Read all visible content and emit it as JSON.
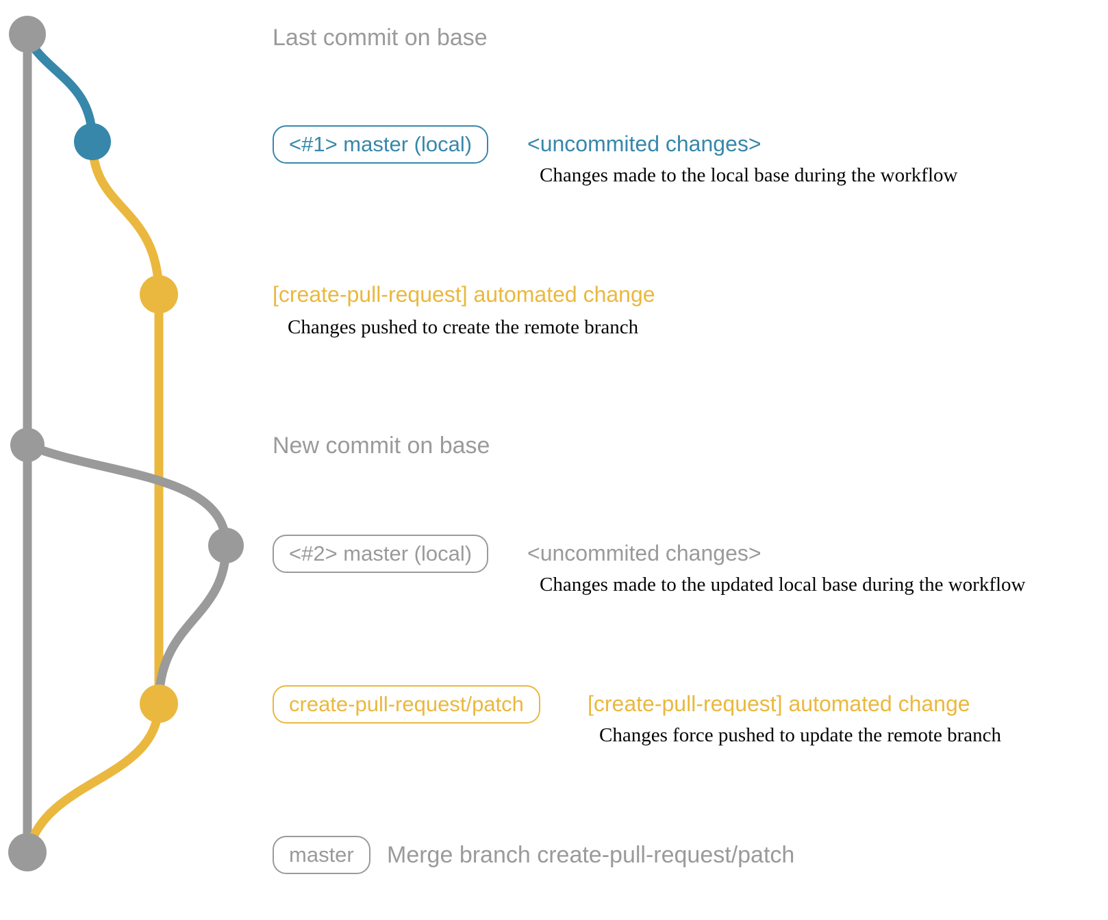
{
  "colors": {
    "gray": "#9a9a9a",
    "blue": "#3787ab",
    "yellow": "#eab83e",
    "desc": "#050505"
  },
  "graph": {
    "branches": [
      "base (master)",
      "local master",
      "create-pull-request/patch"
    ],
    "commit_count": 7
  },
  "annotations": {
    "top_label": "Last commit on base",
    "row1": {
      "pill": "<#1> master (local)",
      "note": "<uncommited changes>",
      "desc": "Changes made to the local base during the workflow"
    },
    "row2": {
      "heading": "[create-pull-request] automated change",
      "desc": "Changes pushed to create the remote branch"
    },
    "mid_label": "New commit on base",
    "row3": {
      "pill": "<#2> master (local)",
      "note": "<uncommited changes>",
      "desc": "Changes made to the updated local base during the workflow"
    },
    "row4": {
      "pill": "create-pull-request/patch",
      "heading": "[create-pull-request] automated change",
      "desc": "Changes force pushed to update the remote branch"
    },
    "row5": {
      "pill": "master",
      "label": "Merge branch create-pull-request/patch"
    }
  }
}
